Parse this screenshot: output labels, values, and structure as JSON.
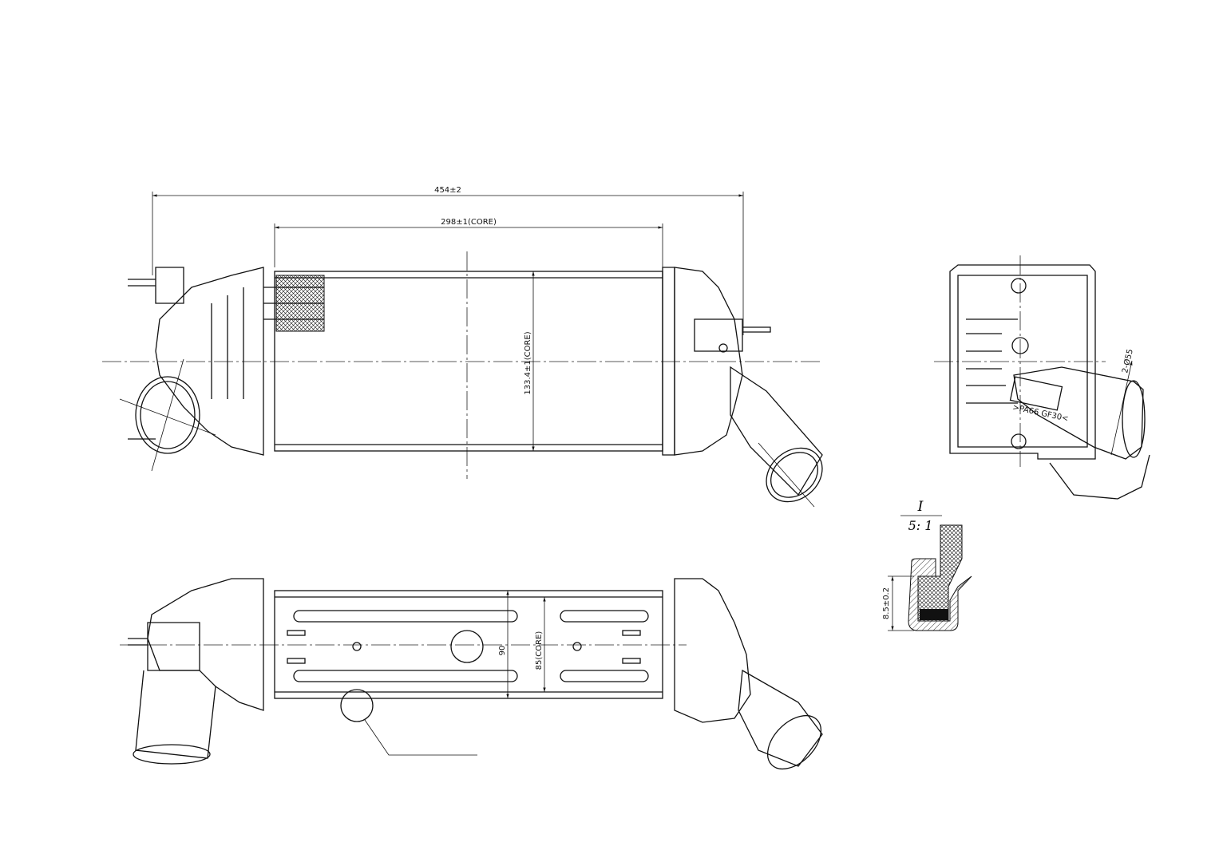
{
  "dimensions": {
    "overall_length": "454±2",
    "core_length": "298±1(CORE)",
    "core_height": "133.4±1(CORE)",
    "bottom_width": "90",
    "bottom_core_width": "85(CORE)",
    "port_diameter": "2-Ø55",
    "detail_height": "8.5±0.2"
  },
  "material_mark": ">PA66 GF30<",
  "detail": {
    "label": "I",
    "scale": "5: 1"
  }
}
